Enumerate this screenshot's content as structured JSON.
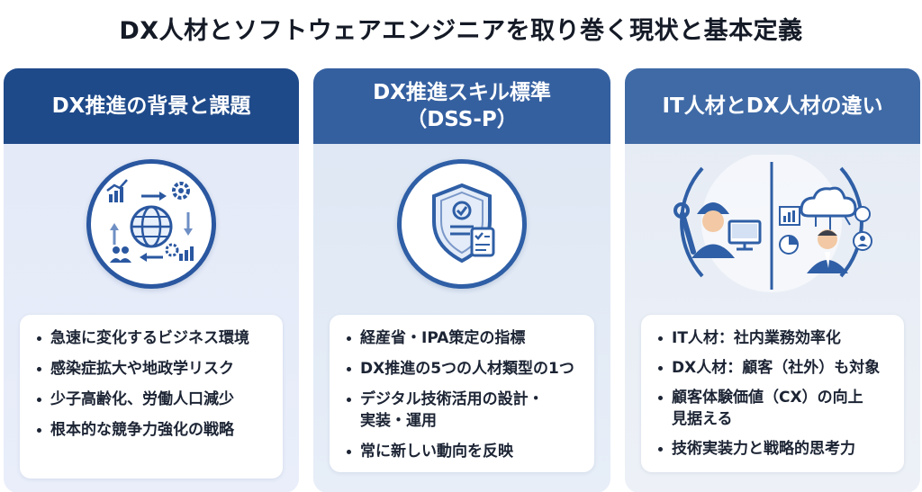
{
  "title": "DX人材とソフトウェアエンジニアを取り巻く現状と基本定義",
  "cards": [
    {
      "heading": "DX推進の背景と課題",
      "icon": "globe-cycle-icon",
      "items": [
        "急速に変化するビジネス環境",
        "感染症拡大や地政学リスク",
        "少子高齢化、労働人口減少",
        "根本的な競争力強化の戦略"
      ]
    },
    {
      "heading_line1": "DX推進スキル標準",
      "heading_line2": "（DSS-P）",
      "icon": "shield-checklist-icon",
      "items": [
        "経産省・IPA策定の指標",
        "DX推進の5つの人材類型の1つ",
        "デジタル技術活用の設計・",
        "実装・運用",
        "常に新しい動向を反映"
      ]
    },
    {
      "heading": "IT人材とDX人材の違い",
      "icon": "engineer-vs-business-icon",
      "items": [
        "IT人材：社内業務効率化",
        "DX人材：顧客（社外）も対象",
        "顧客体験価値（CX）の向上",
        "見据える",
        "技術実装力と戦略的思考力"
      ]
    }
  ],
  "colors": {
    "header_dark": "#1f4a8a",
    "header_mid": "#3560a0",
    "accent": "#2a57a0"
  }
}
